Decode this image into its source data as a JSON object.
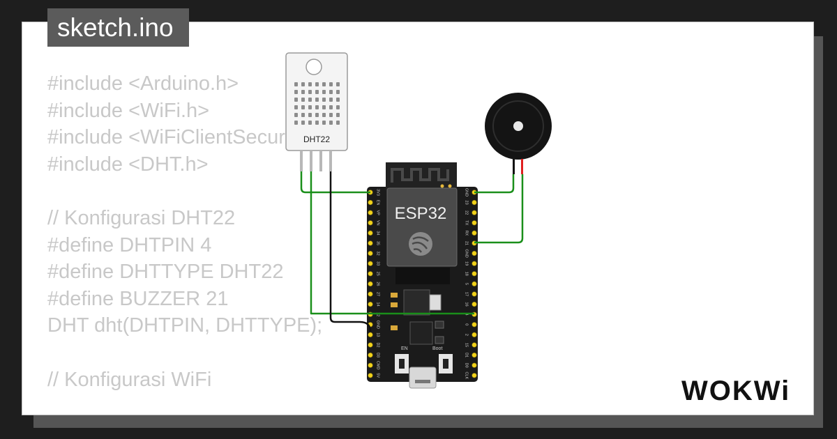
{
  "header": {
    "file_name": "sketch.ino"
  },
  "code_lines": [
    "#include <Arduino.h>",
    "#include <WiFi.h>",
    "#include <WiFiClientSecure.h>",
    "#include <DHT.h>",
    "",
    "// Konfigurasi DHT22",
    "#define DHTPIN 4",
    "#define DHTTYPE DHT22",
    "#define BUZZER 21",
    "DHT dht(DHTPIN, DHTTYPE);",
    "",
    "// Konfigurasi WiFi"
  ],
  "components": {
    "sensor_label": "DHT22",
    "board_label": "ESP32",
    "en_label": "EN",
    "boot_label": "Boot"
  },
  "board_pins_left": [
    "3V3",
    "EN",
    "VP",
    "VN",
    "34",
    "35",
    "32",
    "33",
    "25",
    "26",
    "27",
    "14",
    "12",
    "GND",
    "13",
    "D2",
    "D3",
    "CMD",
    "5V"
  ],
  "board_pins_right": [
    "GND",
    "23",
    "22",
    "TX",
    "RX",
    "21",
    "GND",
    "19",
    "18",
    "5",
    "17",
    "16",
    "4",
    "0",
    "2",
    "15",
    "D1",
    "D0",
    "CLK"
  ],
  "brand": {
    "logo_text": "WOKWi"
  },
  "colors": {
    "wire_green": "#1a8f1a",
    "wire_black": "#111111",
    "wire_red": "#e02020",
    "board": "#1b1b1b",
    "code_text": "#c8c8c8",
    "title_tab": "#5b5b5b"
  }
}
